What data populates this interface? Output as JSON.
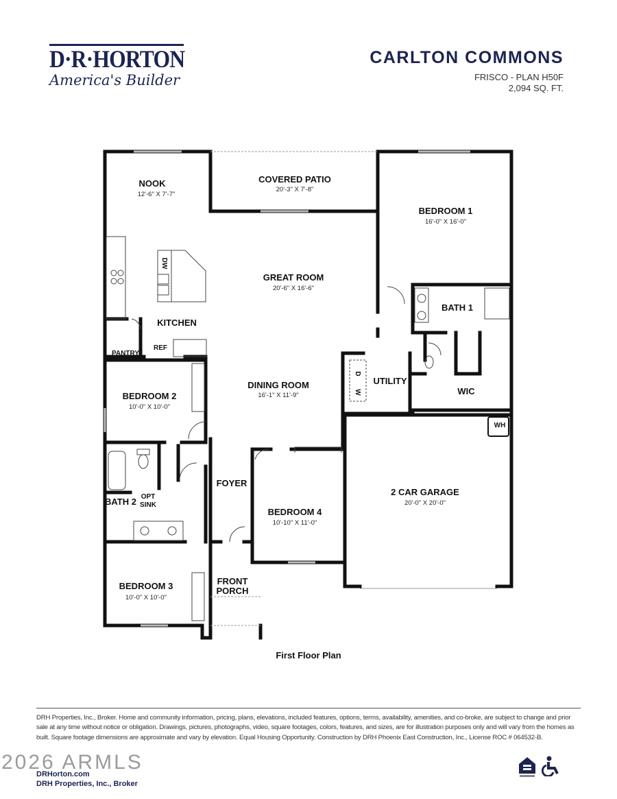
{
  "header": {
    "brand": "D·R·HORTON",
    "tagline": "America's Builder",
    "community": "CARLTON COMMONS",
    "plan": "FRISCO - PLAN H50F",
    "sqft": "2,094 SQ. FT."
  },
  "rooms": {
    "nook": {
      "name": "NOOK",
      "dims": "12'-6\" X 7'-7\""
    },
    "patio": {
      "name": "COVERED PATIO",
      "dims": "20'-3\" X 7'-8\""
    },
    "bedroom1": {
      "name": "BEDROOM 1",
      "dims": "16'-0\" X 16'-0\""
    },
    "great_room": {
      "name": "GREAT ROOM",
      "dims": "20'-6\" X 16'-6\""
    },
    "kitchen": {
      "name": "KITCHEN"
    },
    "bath1": {
      "name": "BATH 1"
    },
    "pantry": {
      "name": "PANTRY"
    },
    "ref": {
      "name": "REF"
    },
    "dw": {
      "name": "DW"
    },
    "utility": {
      "name": "UTILITY"
    },
    "washer": {
      "name": "W"
    },
    "dryer": {
      "name": "D"
    },
    "wic": {
      "name": "WIC"
    },
    "dining": {
      "name": "DINING ROOM",
      "dims": "16'-1\" X 11'-9\""
    },
    "bedroom2": {
      "name": "BEDROOM 2",
      "dims": "10'-0\" X 10'-0\""
    },
    "wh": {
      "name": "WH"
    },
    "garage": {
      "name": "2 CAR GARAGE",
      "dims": "20'-0\" X 20'-0\""
    },
    "foyer": {
      "name": "FOYER"
    },
    "bath2": {
      "name": "BATH 2"
    },
    "opt_sink": {
      "line1": "OPT",
      "line2": "SINK"
    },
    "bedroom4": {
      "name": "BEDROOM 4",
      "dims": "10'-10\" X 11'-0\""
    },
    "porch": {
      "line1": "FRONT",
      "line2": "PORCH"
    },
    "bedroom3": {
      "name": "BEDROOM 3",
      "dims": "10'-0\" X 10'-0\""
    }
  },
  "caption": "First Floor Plan",
  "disclaimer": "DRH Properties, Inc., Broker. Home and community information, pricing, plans, elevations, included features, options, terms, availability, amenities, and co-broke, are subject to change and prior sale at any time without notice or obligation. Drawings, pictures, photographs, video, square footages, colors, features, and sizes, are for illustration purposes only and will vary from the homes as built. Square footage dimensions are approximate and vary by elevation. Equal Housing Opportunity. Construction by DRH Phoenix East Construction, Inc., License ROC # 064532-B.",
  "footer": {
    "website": "DRHorton.com",
    "broker": "DRH Properties, Inc., Broker",
    "watermark": "2026 ARMLS"
  },
  "icons": [
    "equal-housing-icon",
    "accessibility-icon"
  ],
  "colors": {
    "brand": "#1c2451",
    "walls": "#111111"
  }
}
